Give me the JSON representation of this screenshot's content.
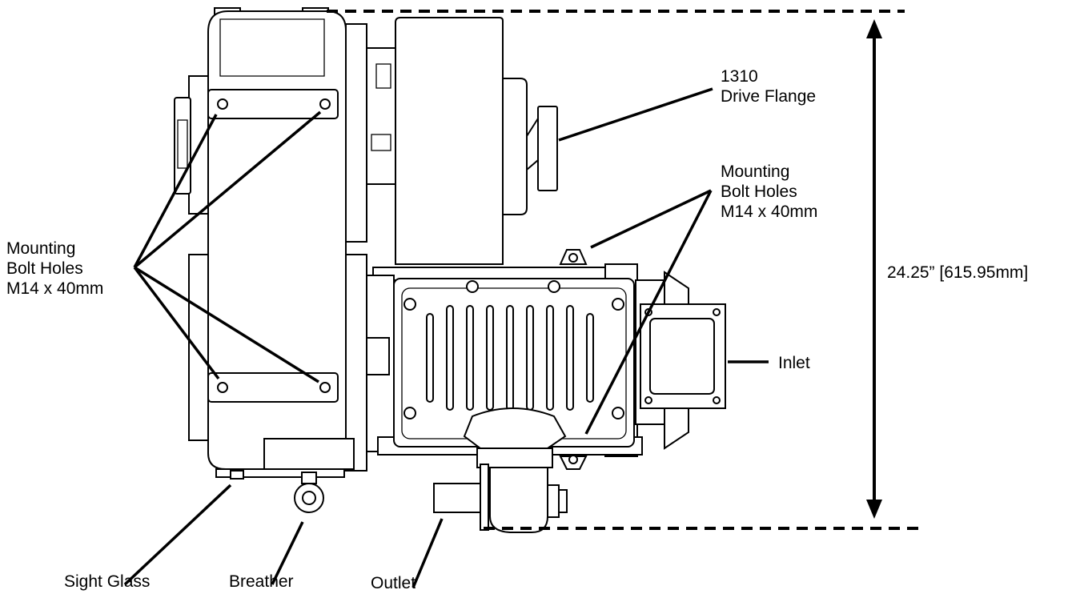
{
  "labels": {
    "drive_flange": [
      "1310",
      "Drive Flange"
    ],
    "bolt_holes_right": [
      "Mounting",
      "Bolt Holes",
      "M14 x 40mm"
    ],
    "bolt_holes_left": [
      "Mounting",
      "Bolt Holes",
      "M14 x 40mm"
    ],
    "dimension": "24.25” [615.95mm]",
    "inlet": "Inlet",
    "sight_glass": "Sight Glass",
    "breather": "Breather",
    "outlet": "Outlet"
  }
}
